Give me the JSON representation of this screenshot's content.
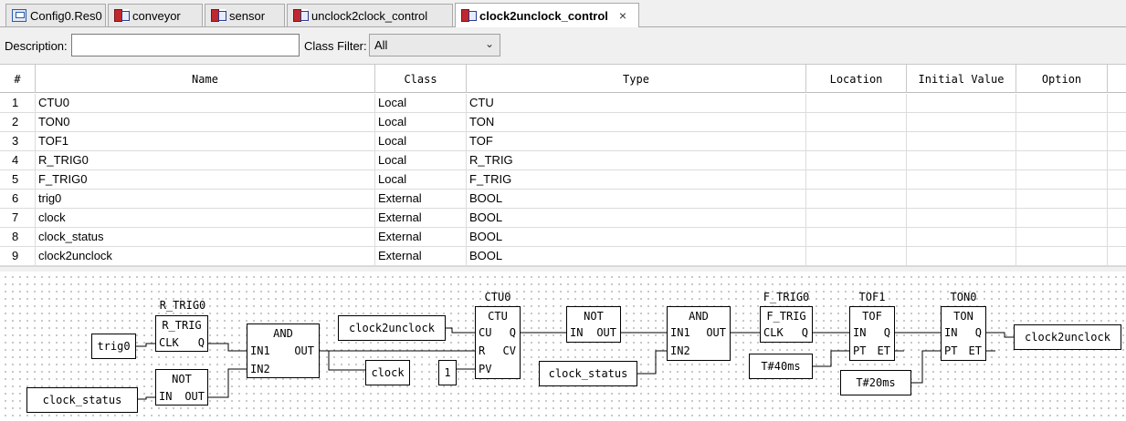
{
  "tabs": [
    {
      "label": "Config0.Res0",
      "icon": "resource-icon",
      "active": false
    },
    {
      "label": "conveyor",
      "icon": "pou-icon",
      "active": false
    },
    {
      "label": "sensor",
      "icon": "pou-icon",
      "active": false
    },
    {
      "label": "unclock2clock_control",
      "icon": "pou-icon",
      "active": false
    },
    {
      "label": "clock2unclock_control",
      "icon": "pou-icon",
      "active": true,
      "close": "×"
    }
  ],
  "filter": {
    "description_label": "Description:",
    "description_value": "",
    "class_filter_label": "Class Filter:",
    "class_filter_value": "All"
  },
  "table": {
    "columns": [
      "#",
      "Name",
      "Class",
      "Type",
      "Location",
      "Initial Value",
      "Option"
    ],
    "rows": [
      [
        "1",
        "CTU0",
        "Local",
        "CTU",
        "",
        "",
        ""
      ],
      [
        "2",
        "TON0",
        "Local",
        "TON",
        "",
        "",
        ""
      ],
      [
        "3",
        "TOF1",
        "Local",
        "TOF",
        "",
        "",
        ""
      ],
      [
        "4",
        "R_TRIG0",
        "Local",
        "R_TRIG",
        "",
        "",
        ""
      ],
      [
        "5",
        "F_TRIG0",
        "Local",
        "F_TRIG",
        "",
        "",
        ""
      ],
      [
        "6",
        "trig0",
        "External",
        "BOOL",
        "",
        "",
        ""
      ],
      [
        "7",
        "clock",
        "External",
        "BOOL",
        "",
        "",
        ""
      ],
      [
        "8",
        "clock_status",
        "External",
        "BOOL",
        "",
        "",
        ""
      ],
      [
        "9",
        "clock2unclock",
        "External",
        "BOOL",
        "",
        "",
        ""
      ]
    ]
  },
  "diagram": {
    "variables": {
      "trig0": "trig0",
      "clock_status_1": "clock_status",
      "clock2unclock_in": "clock2unclock",
      "clock": "clock",
      "one": "1",
      "clock_status_2": "clock_status",
      "t40": "T#40ms",
      "t20": "T#20ms",
      "clock2unclock_out": "clock2unclock"
    },
    "blocks": {
      "rtrig": {
        "instance": "R_TRIG0",
        "type": "R_TRIG",
        "in": "CLK",
        "out": "Q"
      },
      "not1": {
        "type": "NOT",
        "in": "IN",
        "out": "OUT"
      },
      "and1": {
        "type": "AND",
        "in1": "IN1",
        "in2": "IN2",
        "out": "OUT"
      },
      "ctu": {
        "instance": "CTU0",
        "type": "CTU",
        "cu": "CU",
        "r": "R",
        "pv": "PV",
        "q": "Q",
        "cv": "CV"
      },
      "not2": {
        "type": "NOT",
        "in": "IN",
        "out": "OUT"
      },
      "and2": {
        "type": "AND",
        "in1": "IN1",
        "in2": "IN2",
        "out": "OUT"
      },
      "ftrig": {
        "instance": "F_TRIG0",
        "type": "F_TRIG",
        "in": "CLK",
        "out": "Q"
      },
      "tof": {
        "instance": "TOF1",
        "type": "TOF",
        "in": "IN",
        "pt": "PT",
        "q": "Q",
        "et": "ET"
      },
      "ton": {
        "instance": "TON0",
        "type": "TON",
        "in": "IN",
        "pt": "PT",
        "q": "Q",
        "et": "ET"
      }
    }
  }
}
